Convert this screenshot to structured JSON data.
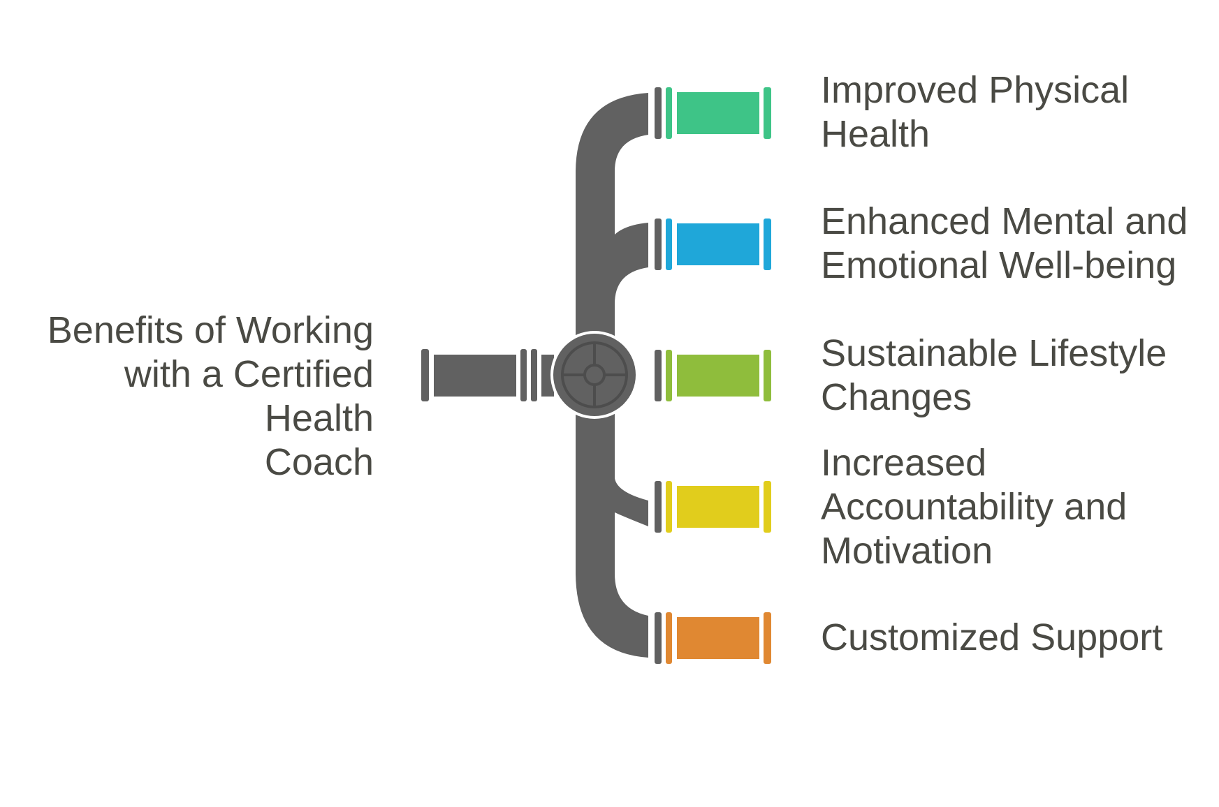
{
  "diagram": {
    "main_label": "Benefits of Working\nwith a Certified Health\nCoach",
    "branches": [
      {
        "label": "Improved Physical\nHealth",
        "color": "#3ec487"
      },
      {
        "label": "Enhanced Mental and\nEmotional Well-being",
        "color": "#1fa7d9"
      },
      {
        "label": "Sustainable Lifestyle\nChanges",
        "color": "#8fbd3c"
      },
      {
        "label": "Increased\nAccountability and\nMotivation",
        "color": "#e1cd1c"
      },
      {
        "label": "Customized Support",
        "color": "#e08832"
      }
    ],
    "pipe_color": "#616161"
  }
}
